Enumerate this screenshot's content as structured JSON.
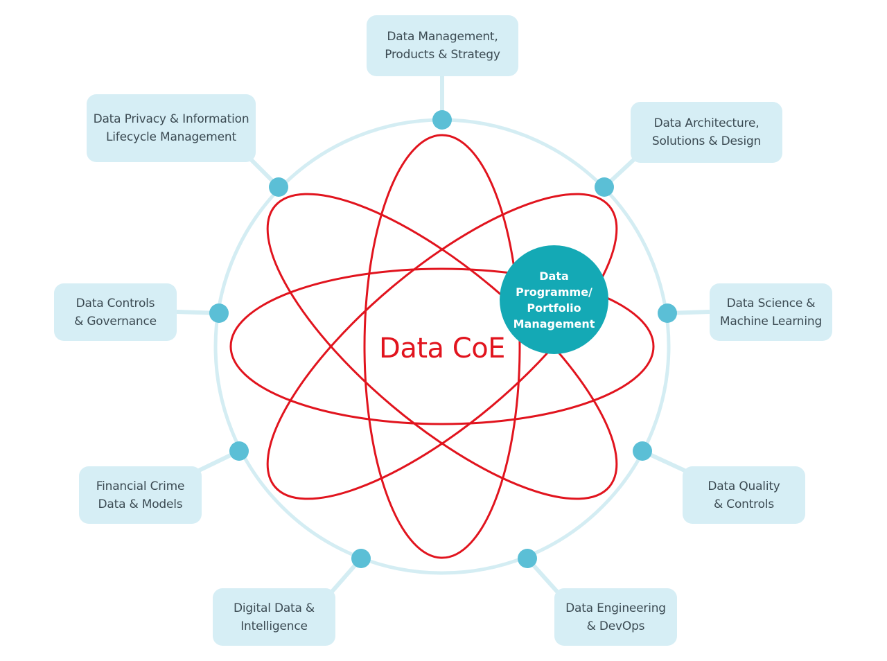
{
  "center": {
    "title": "Data CoE",
    "hub_label": "Data\nProgramme/\nPortfolio\nManagement"
  },
  "nodes": [
    {
      "id": "top",
      "label": "Data Management,\nProducts & Strategy"
    },
    {
      "id": "top-right",
      "label": "Data Architecture,\nSolutions & Design"
    },
    {
      "id": "right",
      "label": "Data Science &\nMachine Learning"
    },
    {
      "id": "bottom-right",
      "label": "Data Quality\n& Controls"
    },
    {
      "id": "bottom-right-lower",
      "label": "Data Engineering\n& DevOps"
    },
    {
      "id": "bottom-left-lower",
      "label": "Digital Data &\nIntelligence"
    },
    {
      "id": "bottom-left",
      "label": "Financial Crime\nData & Models"
    },
    {
      "id": "left",
      "label": "Data Controls\n& Governance"
    },
    {
      "id": "top-left",
      "label": "Data Privacy &  Information\nLifecycle Management"
    }
  ],
  "colors": {
    "orbit": "#e1141e",
    "ring": "#d4edf3",
    "connector_dot": "#5bbfd6",
    "box_fill": "#d6eef5",
    "hub_fill": "#14a9b5",
    "text": "#3b4a52"
  }
}
